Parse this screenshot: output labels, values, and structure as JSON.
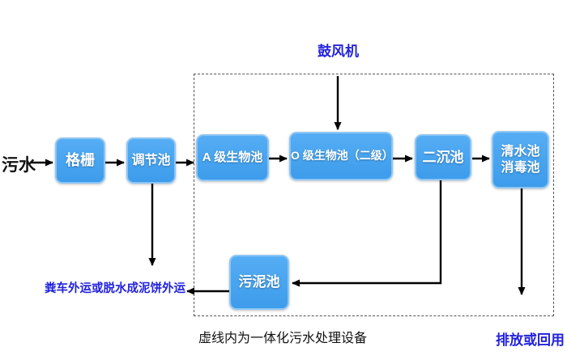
{
  "diagram": {
    "influent_label": "污水",
    "blower_label": "鼓风机",
    "boxes": [
      {
        "label": "格栅"
      },
      {
        "label": "调节池"
      },
      {
        "label": "A 级生物池"
      },
      {
        "label": "O 级生物池（二级）"
      },
      {
        "label": "二沉池"
      },
      {
        "label": "清水池\n消毒池"
      },
      {
        "label": "污泥池"
      }
    ],
    "sludge_disposal_label": "粪车外运或脱水成泥饼外运",
    "dashed_box_caption": "虚线内为一体化污水处理设备",
    "effluent_label": "排放或回用",
    "colors": {
      "box_fill": "#45a3f2",
      "box_border": "#8cc5f4",
      "box_text": "#ffffff",
      "annotation_blue": "#2222dd",
      "arrow_black": "#000000"
    }
  }
}
